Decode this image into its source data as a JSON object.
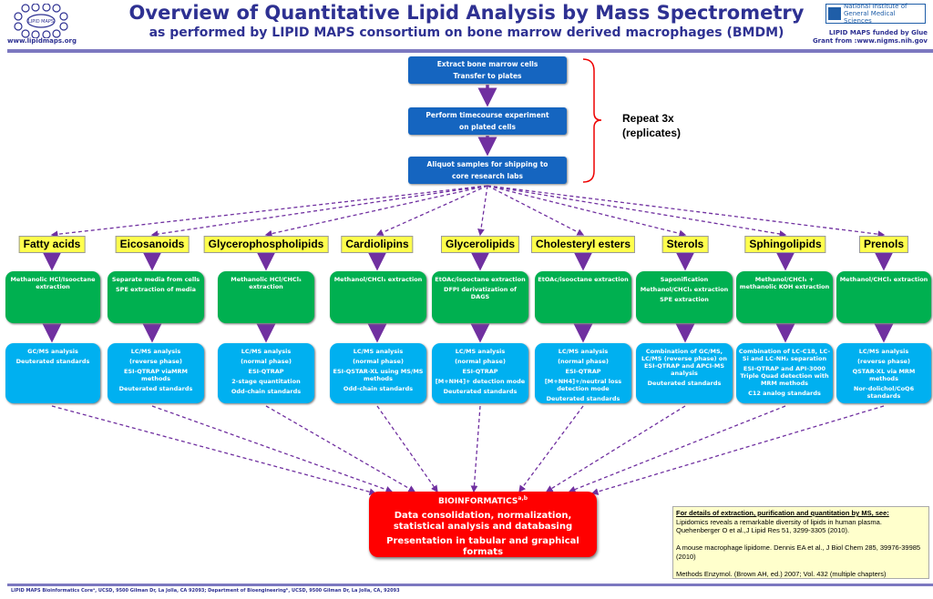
{
  "header": {
    "title": "Overview of Quantitative Lipid Analysis by Mass Spectrometry",
    "subtitle": "as performed by LIPID MAPS consortium on bone marrow derived macrophages (BMDM)",
    "logo_text": "LIPID MAPS",
    "logo_url": "www.lipidmaps.org",
    "nigms_line1": "National Institute of",
    "nigms_line2": "General Medical Sciences",
    "funded_line1": "LIPID MAPS funded by Glue",
    "funded_line2": "Grant from :www.nigms.nih.gov"
  },
  "workflow": [
    {
      "line1": "Extract bone marrow cells",
      "line2": "Transfer to plates"
    },
    {
      "line1": "Perform timecourse experiment",
      "line2": "on plated cells"
    },
    {
      "line1": "Aliquot samples for shipping to",
      "line2": "core research labs"
    }
  ],
  "repeat": {
    "line1": "Repeat 3x",
    "line2": "(replicates)"
  },
  "categories": [
    {
      "name": "Fatty acids",
      "extraction": [
        "Methanolic HCl/Isooctane extraction"
      ],
      "analysis": [
        "GC/MS analysis",
        "Deuterated standards"
      ]
    },
    {
      "name": "Eicosanoids",
      "extraction": [
        "Separate media from cells",
        "SPE extraction of media"
      ],
      "analysis": [
        "LC/MS analysis",
        "(reverse phase)",
        "ESI-QTRAP viaMRM methods",
        "Deuterated standards"
      ]
    },
    {
      "name": "Glycerophospholipids",
      "extraction": [
        "Methanolic HCl/CHCl₃ extraction"
      ],
      "analysis": [
        "LC/MS analysis",
        "(normal phase)",
        "ESI-QTRAP",
        "2-stage quantitation",
        "Odd-chain standards"
      ]
    },
    {
      "name": "Cardiolipins",
      "extraction": [
        "Methanol/CHCl₃ extraction"
      ],
      "analysis": [
        "LC/MS analysis",
        "(normal phase)",
        "ESI-QSTAR-XL using MS/MS methods",
        "Odd-chain standards"
      ]
    },
    {
      "name": "Glycerolipids",
      "extraction": [
        "EtOAc/isooctane extraction",
        "DFPI derivatization of DAGS"
      ],
      "analysis": [
        "LC/MS analysis",
        "(normal phase)",
        "ESI-QTRAP",
        "[M+NH4]+ detection mode",
        "Deuterated standards"
      ]
    },
    {
      "name": "Cholesteryl esters",
      "extraction": [
        "EtOAc/isooctane extraction"
      ],
      "analysis": [
        "LC/MS analysis",
        "(normal phase)",
        "ESI-QTRAP",
        "[M+NH4]+/neutral loss detection mode",
        "Deuterated standards"
      ]
    },
    {
      "name": "Sterols",
      "extraction": [
        "Saponification",
        "Methanol/CHCl₃ extraction",
        "SPE extraction"
      ],
      "analysis": [
        "Combination of GC/MS, LC/MS (reverse phase) on ESI-QTRAP and APCI-MS analysis",
        "Deuterated standards"
      ]
    },
    {
      "name": "Sphingolipids",
      "extraction": [
        "Methanol/CHCl₃ + methanolic KOH extraction"
      ],
      "analysis": [
        "Combination of LC-C18, LC-Si and LC-NH₂ separation",
        "ESI-QTRAP and API-3000 Triple Quad detection with MRM methods",
        "C12 analog standards"
      ]
    },
    {
      "name": "Prenols",
      "extraction": [
        "Methanol/CHCl₃ extraction"
      ],
      "analysis": [
        "LC/MS analysis",
        "(reverse phase)",
        "QSTAR-XL via MRM methods",
        "Nor-dolichol/CoQ6 standards"
      ]
    }
  ],
  "bioinformatics": {
    "title": "BIOINFORMATICS",
    "sup": "a,b",
    "line1": "Data consolidation, normalization, statistical analysis and databasing",
    "line2": "Presentation in tabular and graphical formats"
  },
  "references": {
    "heading": "For details of extraction, purification and quantitation by MS, see:",
    "ref1": "Lipidomics reveals a remarkable diversity of lipids in human plasma. Quehenberger O et al.,J Lipid Res 51, 3299-3305 (2010).",
    "ref2": "A mouse macrophage lipidome. Dennis EA et al., J Biol Chem 285, 39976-39985 (2010)",
    "ref3": "Methods Enzymol. (Brown AH, ed.) 2007; Vol. 432 (multiple chapters)"
  },
  "footer": "LIPID MAPS Bioinformatics Coreᵃ, UCSD, 9500 Gilman Dr, La Jolla, CA 92093; Department of Bioengineeringᵇ, UCSD, 9500 Gilman Dr, La Jolla, CA, 92093",
  "colors": {
    "title": "#2e3192",
    "extraction": "#00b050",
    "analysis": "#00b0f0",
    "header": "#ffff4d",
    "bio": "#ff0000",
    "arrow": "#7030a0"
  }
}
